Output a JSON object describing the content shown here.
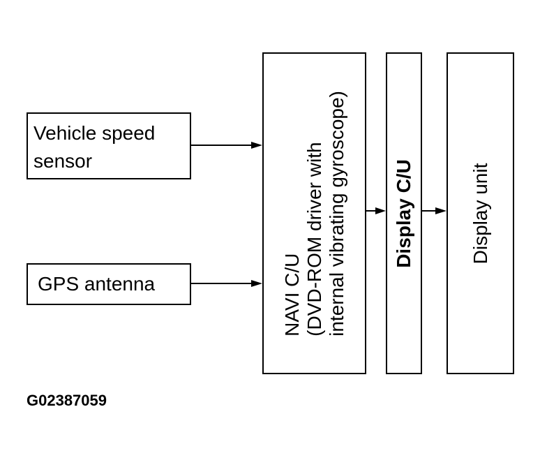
{
  "blocks": {
    "speed_sensor": {
      "line1": "Vehicle speed",
      "line2": "sensor"
    },
    "gps_antenna": {
      "label": "GPS antenna"
    },
    "navi_cu": {
      "line1": "NAVI C/U",
      "line2": "(DVD-ROM driver with",
      "line3": "internal vibrating gyroscope)"
    },
    "display_cu": {
      "label": "Display C/U"
    },
    "display_unit": {
      "label": "Display unit"
    }
  },
  "connections": [
    {
      "from": "speed_sensor",
      "to": "navi_cu"
    },
    {
      "from": "gps_antenna",
      "to": "navi_cu"
    },
    {
      "from": "navi_cu",
      "to": "display_cu"
    },
    {
      "from": "display_cu",
      "to": "display_unit"
    }
  ],
  "figure_code": "G02387059",
  "colors": {
    "line": "#000000",
    "background": "#ffffff"
  }
}
